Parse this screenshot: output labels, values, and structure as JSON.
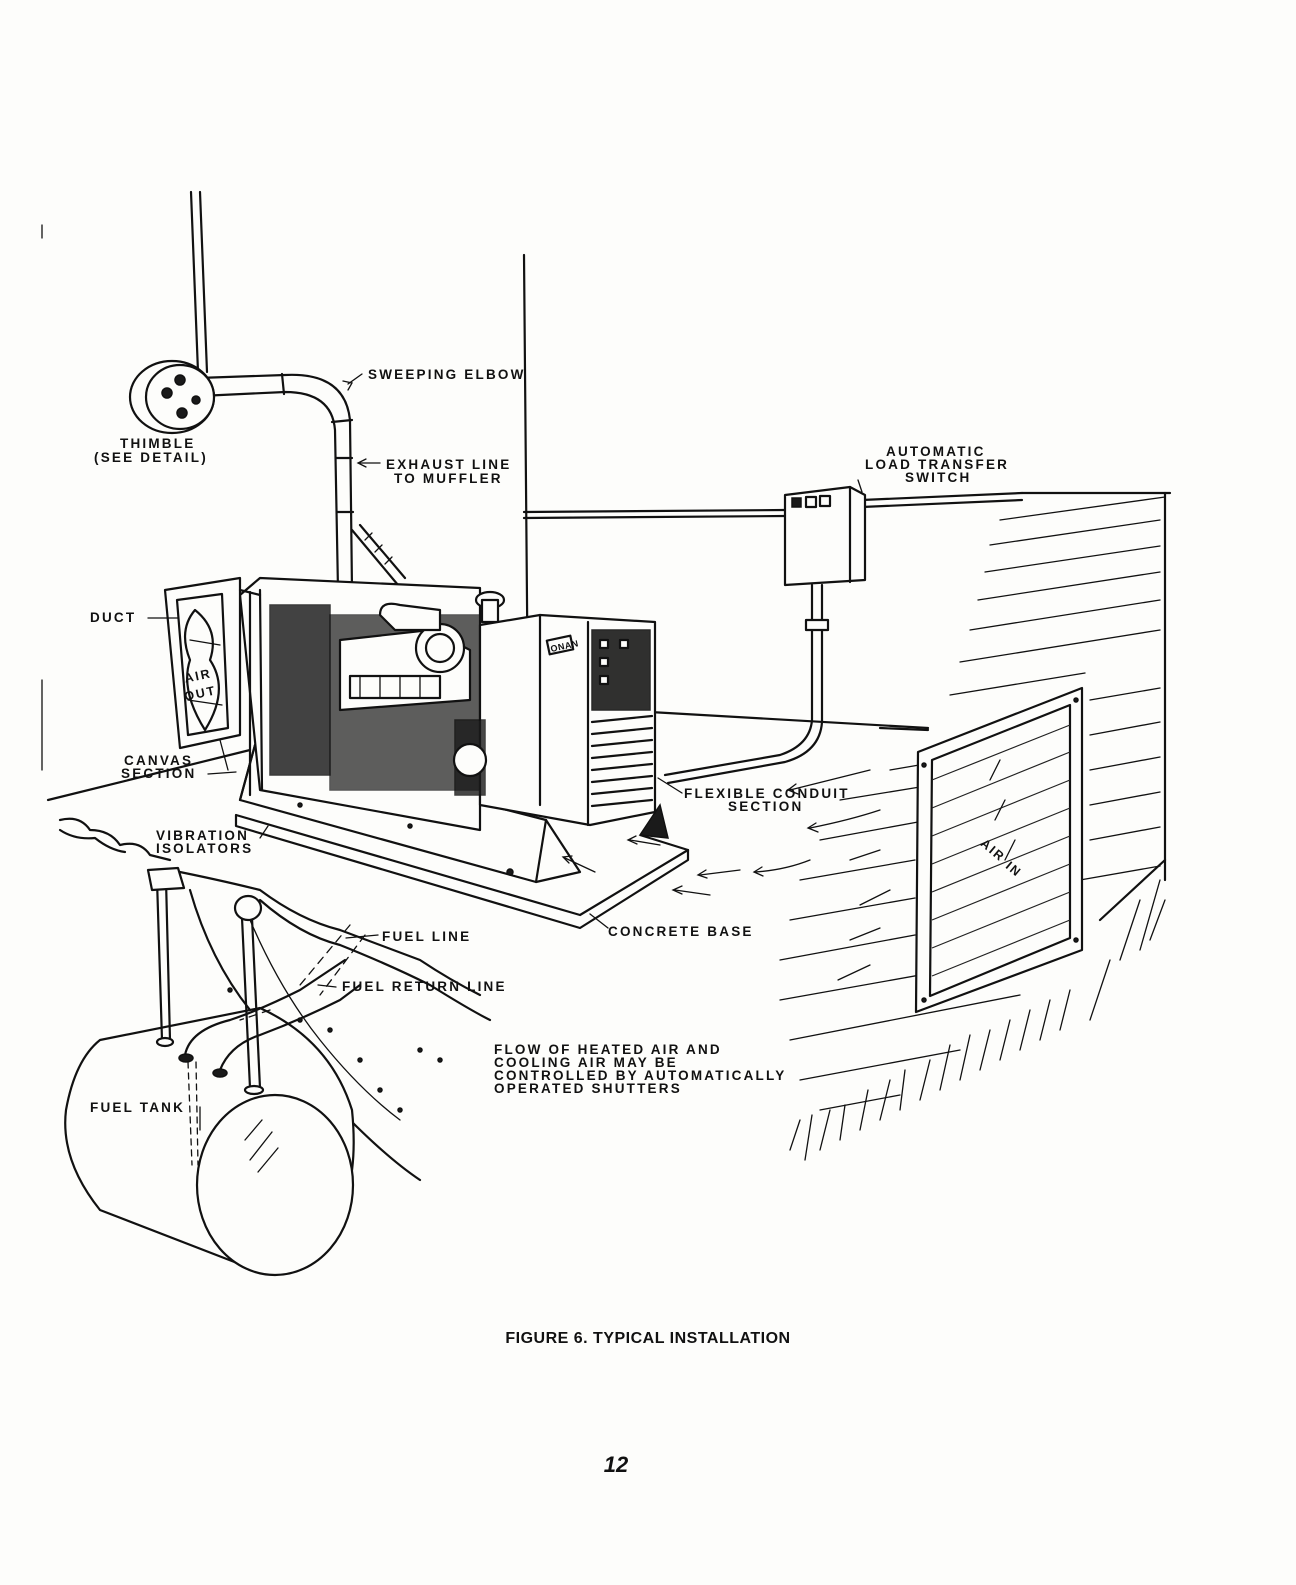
{
  "labels": {
    "sweeping_elbow": "SWEEPING ELBOW",
    "thimble_1": "THIMBLE",
    "thimble_2": "(SEE DETAIL)",
    "exhaust_1": "EXHAUST LINE",
    "exhaust_2": "TO MUFFLER",
    "ats_1": "AUTOMATIC",
    "ats_2": "LOAD TRANSFER",
    "ats_3": "SWITCH",
    "duct": "DUCT",
    "air_out_1": "AIR",
    "air_out_2": "OUT",
    "canvas_1": "CANVAS",
    "canvas_2": "SECTION",
    "flex_1": "FLEXIBLE CONDUIT",
    "flex_2": "SECTION",
    "vib_1": "VIBRATION",
    "vib_2": "ISOLATORS",
    "air_in_1": "AIR",
    "air_in_2": "IN",
    "fuel_line": "FUEL LINE",
    "concrete_base": "CONCRETE BASE",
    "fuel_return": "FUEL RETURN LINE",
    "note_1": "FLOW OF HEATED AIR AND",
    "note_2": "COOLING AIR MAY BE",
    "note_3": "CONTROLLED BY AUTOMATICALLY",
    "note_4": "OPERATED SHUTTERS",
    "fuel_tank": "FUEL TANK",
    "nameplate": "ONAN"
  },
  "caption": "FIGURE 6.   TYPICAL INSTALLATION",
  "page_number": "12"
}
